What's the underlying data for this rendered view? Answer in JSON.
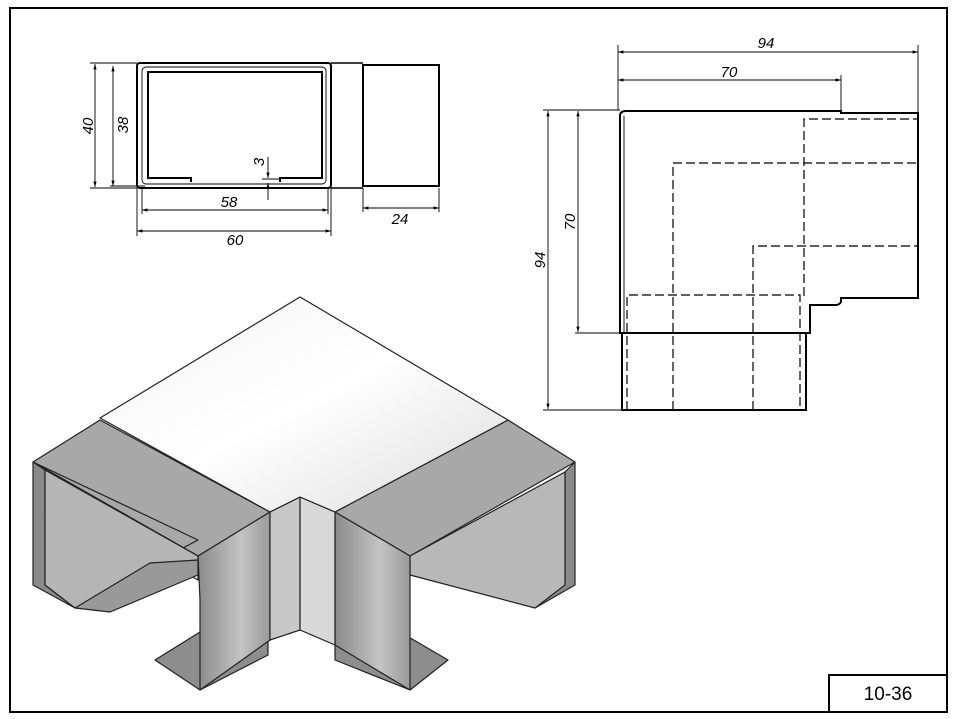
{
  "drawing_number": "10-36",
  "section_view": {
    "dims": {
      "outer_height": "40",
      "inner_height": "38",
      "wall": "3",
      "inner_width": "58",
      "outer_width": "60",
      "insert_length": "24"
    }
  },
  "side_view": {
    "dims": {
      "overall_width": "94",
      "body_width": "70",
      "overall_height": "94",
      "body_height": "70"
    }
  }
}
